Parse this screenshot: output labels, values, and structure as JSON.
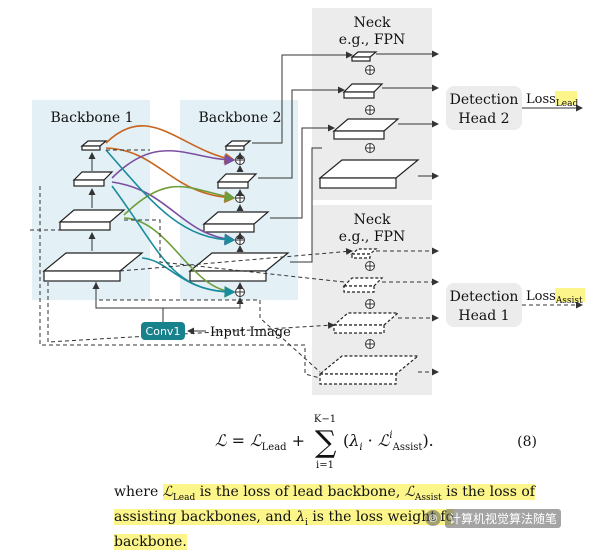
{
  "figure": {
    "backbone1_label": "Backbone 1",
    "backbone2_label": "Backbone 2",
    "neck_top_title": "Neck",
    "neck_top_subtitle": "e.g., FPN",
    "neck_bottom_title": "Neck",
    "neck_bottom_subtitle": "e.g., FPN",
    "head2_line1": "Detection",
    "head2_line2": "Head 2",
    "head1_line1": "Detection",
    "head1_line2": "Head 1",
    "loss_top": "Loss",
    "loss_top_sub": "Lead",
    "loss_bottom": "Loss",
    "loss_bottom_sub": "Assist",
    "conv_label": "Conv1",
    "input_label": "Input Image",
    "colors": {
      "backbone_bg": "#e3f0f6",
      "neck_bg": "#ececec",
      "conv_fill": "#17818c",
      "highlight": "#fbf58a",
      "arrow_orange": "#c8651b",
      "arrow_purple": "#7b4fa0",
      "arrow_green": "#6e9e3a",
      "arrow_teal": "#1a8c9c"
    }
  },
  "equation": {
    "lhs": "ℒ",
    "lead_term": "ℒ",
    "lead_sub": "Lead",
    "sum_upper": "K−1",
    "sum_lower": "i=1",
    "lambda": "λ",
    "i": "i",
    "assist_term": "ℒ",
    "assist_sup": "i",
    "assist_sub": "Assist",
    "number": "(8)"
  },
  "paragraph": {
    "p1": "where ",
    "lead_sym": "ℒ",
    "lead_sub": "Lead",
    "p2": " is the loss of lead backbone, ",
    "assist_sym": "ℒ",
    "assist_sub": "Assist",
    "p3": " is the loss of",
    "p4": "assisting backbones, and ",
    "lambda": "λ",
    "lambda_sub": "i",
    "p5": " is the loss weight fo",
    "p6": "backbone."
  },
  "watermark": {
    "icon": "wechat-logo-icon",
    "text": "计算机视觉算法随笔"
  }
}
